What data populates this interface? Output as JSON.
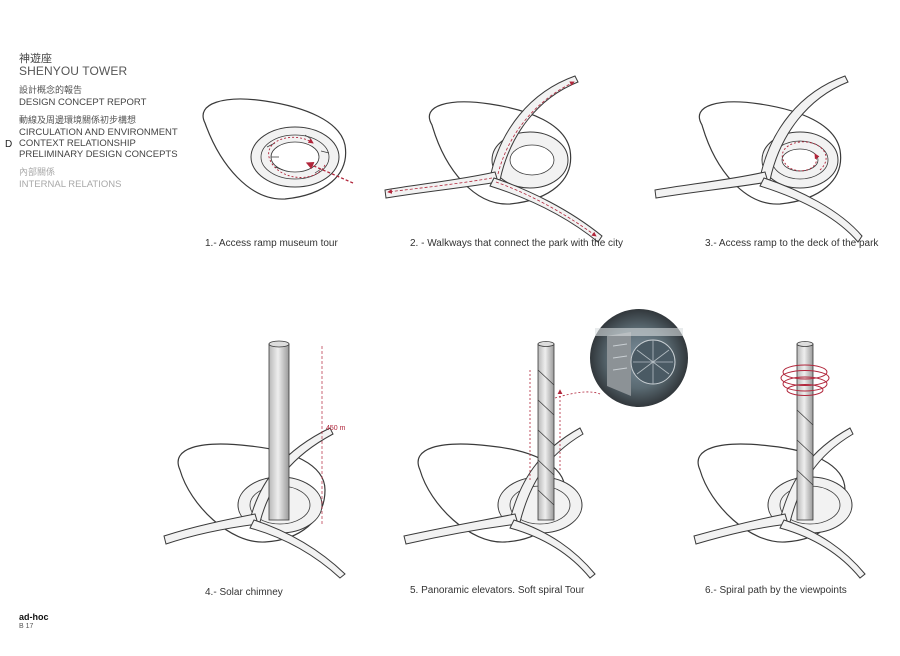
{
  "header": {
    "title_cn": "神遊座",
    "title_en": "SHENYOU TOWER",
    "report_cn": "設計概念的報告",
    "report_en": "DESIGN CONCEPT REPORT",
    "section_cn": "動線及周邊環境關係初步構想",
    "section_en_1": "CIRCULATION AND ENVIRONMENT",
    "section_en_2": "CONTEXT RELATIONSHIP",
    "section_en_3": "PRELIMINARY DESIGN CONCEPTS",
    "sub_cn": "內部關係",
    "sub_en": "INTERNAL RELATIONS"
  },
  "section_marker": "D",
  "panels": [
    {
      "caption": "1.- Access ramp museum tour"
    },
    {
      "caption": "2. - Walkways that connect the park with the city"
    },
    {
      "caption": "3.- Access ramp to the deck of the park"
    },
    {
      "caption": "4.- Solar chimney",
      "height_label": "450 m"
    },
    {
      "caption": "5. Panoramic elevators. Soft spiral Tour"
    },
    {
      "caption": "6.- Spiral path by the viewpoints"
    }
  ],
  "footer": {
    "brand": "ad-hoc",
    "page": "B 17"
  },
  "colors": {
    "accent": "#b1263b",
    "line": "#3a3a3a",
    "fill": "#f2f2f2"
  }
}
